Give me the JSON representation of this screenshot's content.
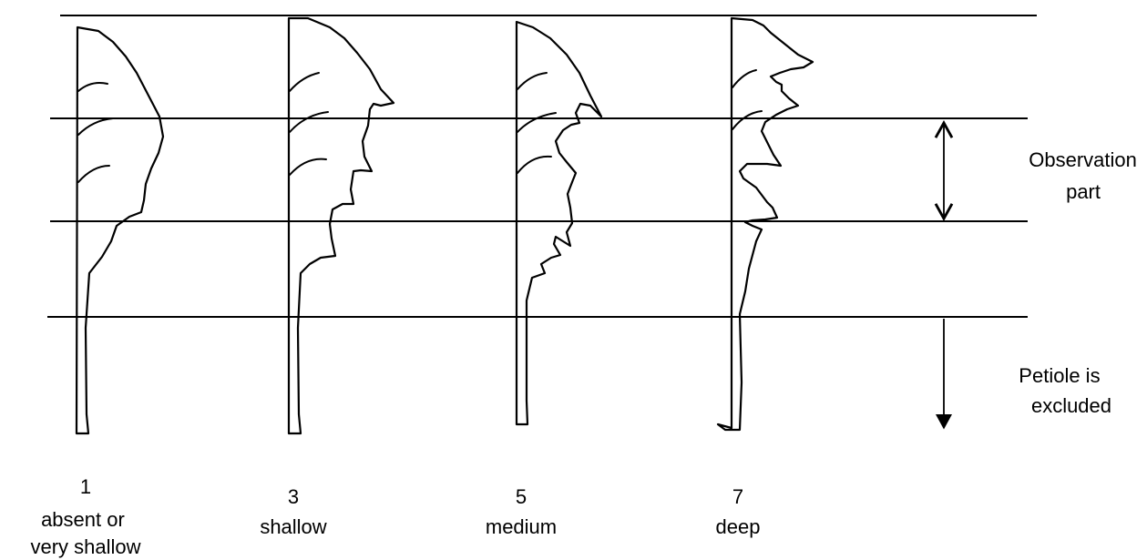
{
  "diagram": {
    "annotations": {
      "observation": "Observation part",
      "petiole": "Petiole is excluded"
    },
    "leaves": [
      {
        "score": "1",
        "label": "absent or very shallow"
      },
      {
        "score": "3",
        "label": "shallow"
      },
      {
        "score": "5",
        "label": "medium"
      },
      {
        "score": "7",
        "label": "deep"
      }
    ]
  }
}
